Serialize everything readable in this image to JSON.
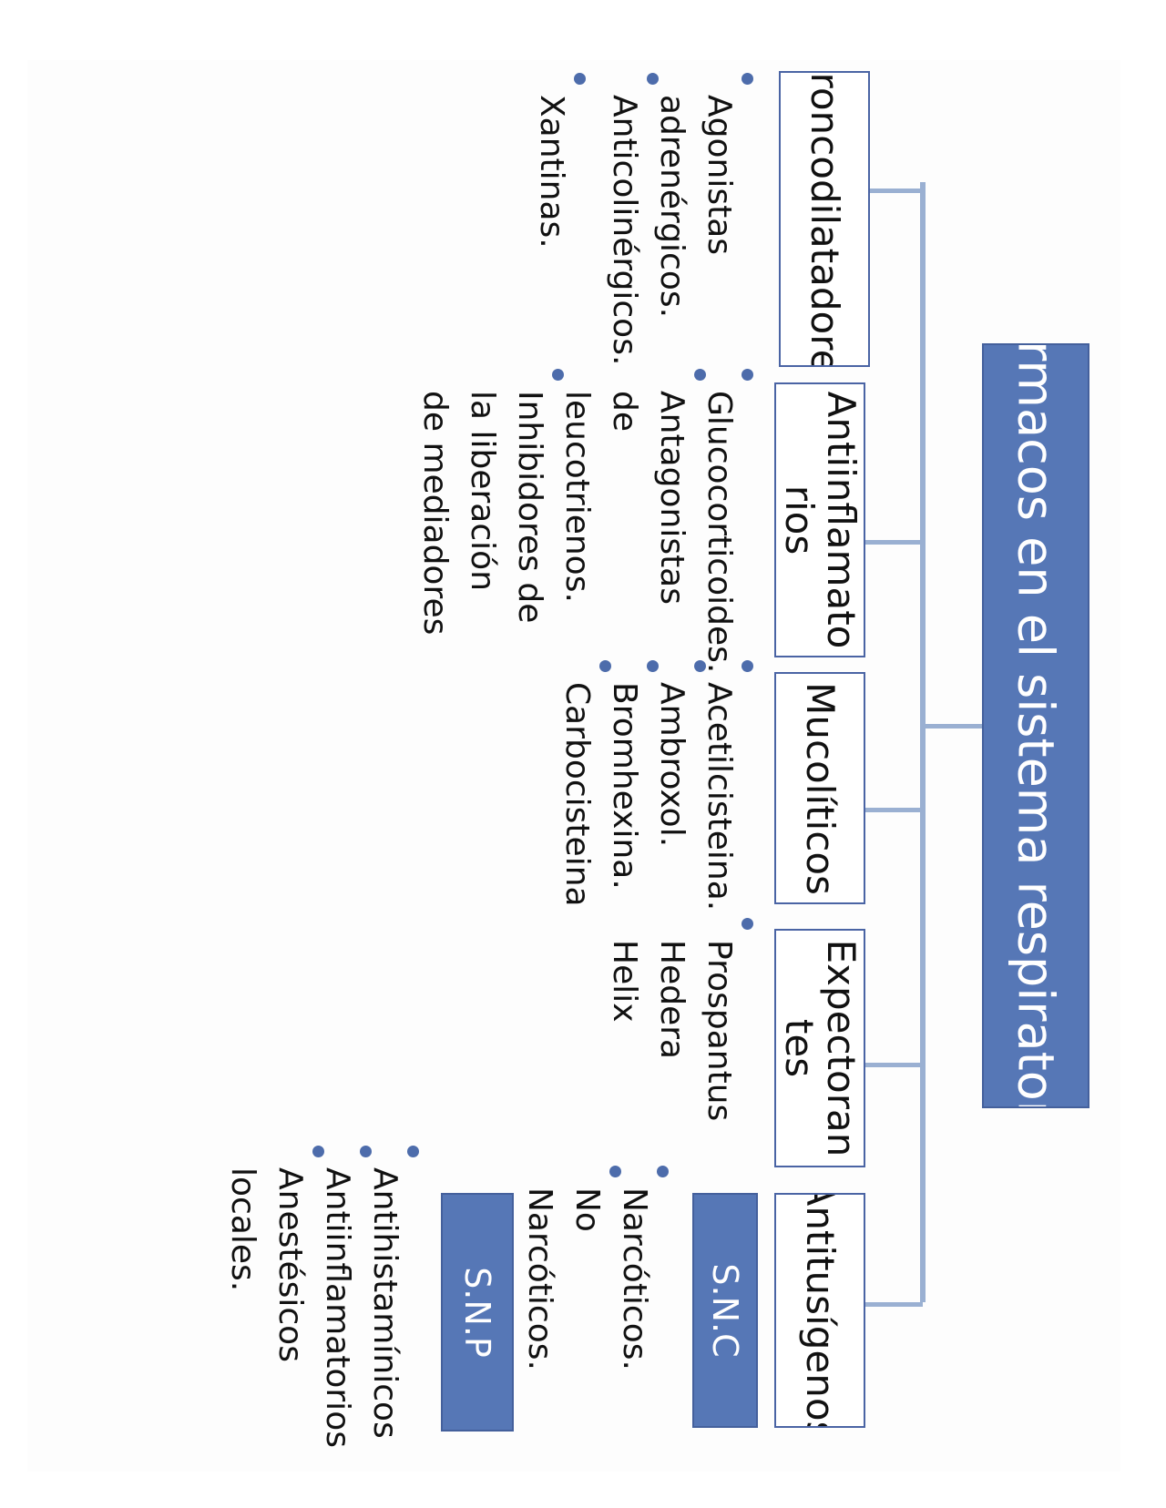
{
  "diagram": {
    "title": "Fármacos en el sistema respiratorio",
    "categories": [
      {
        "label": "Broncodilatadores",
        "items": [
          "Agonistas adrenérgicos.",
          "Anticolinérgicos.",
          "Xantinas."
        ]
      },
      {
        "label": "Antiinflamatorios",
        "items": [
          "Glucocorticoides.",
          "Antagonistas de leucotrienos.",
          "Inhibidores de la liberación de mediadores"
        ]
      },
      {
        "label": "Mucolíticos",
        "items": [
          "Acetilcisteina.",
          "Ambroxol.",
          "Bromhexina.",
          "Carbocisteina"
        ]
      },
      {
        "label": "Expectorantes",
        "items": [
          "Prospantus Hedera Helix"
        ]
      },
      {
        "label": "Antitusígenos",
        "items": []
      }
    ],
    "snc": {
      "label": "S.N.C",
      "items": [
        "Narcóticos.",
        "No Narcóticos."
      ]
    },
    "snp": {
      "label": "S.N.P",
      "items": [
        "Antihistamínicos",
        "Antiinflamatorios",
        "Anestésicos locales."
      ]
    }
  }
}
